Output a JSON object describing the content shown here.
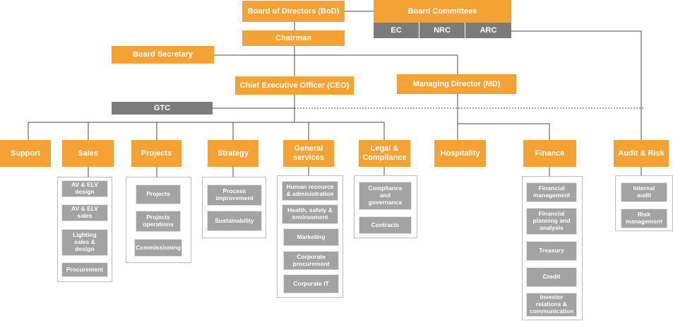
{
  "bod": "Board of Directors (BoD)",
  "board_committees": {
    "title": "Board Committees",
    "items": [
      "EC",
      "NRC",
      "ARC"
    ]
  },
  "chairman": "Chairman",
  "board_secretary": "Board Secretary",
  "ceo": "Chief Executive Officer (CEO)",
  "md": "Managing Director (MD)",
  "gtc": "GTC",
  "departments": {
    "support": "Support",
    "sales": "Sales",
    "projects": "Projects",
    "strategy": "Strategy",
    "general_services": "General services",
    "legal": "Legal & Compliance",
    "hospitality": "Hospitality",
    "finance": "Finance",
    "audit": "Audit & Risk"
  },
  "units": {
    "sales": [
      "AV & ELV design",
      "AV & ELV sales",
      "Lighting sales & design",
      "Procurement"
    ],
    "projects": [
      "Projects",
      "Projects operations",
      "Commissioning"
    ],
    "strategy": [
      "Process improvement",
      "Sustainability"
    ],
    "general_services": [
      "Human resource & administration",
      "Health, safety & environment",
      "Marketing",
      "Corporate procurement",
      "Corporate IT"
    ],
    "legal": [
      "Compliance and governance",
      "Contracts"
    ],
    "finance": [
      "Financial management",
      "Financial planning and analysis",
      "Treasury",
      "Credit",
      "Investor relations & communication"
    ],
    "audit": [
      "Internal audit",
      "Risk management"
    ]
  },
  "colors": {
    "orange": "#f4a233",
    "dark_gray": "#7b7b7b",
    "unit_gray": "#a3a3a3",
    "line": "#4a4a4a"
  }
}
